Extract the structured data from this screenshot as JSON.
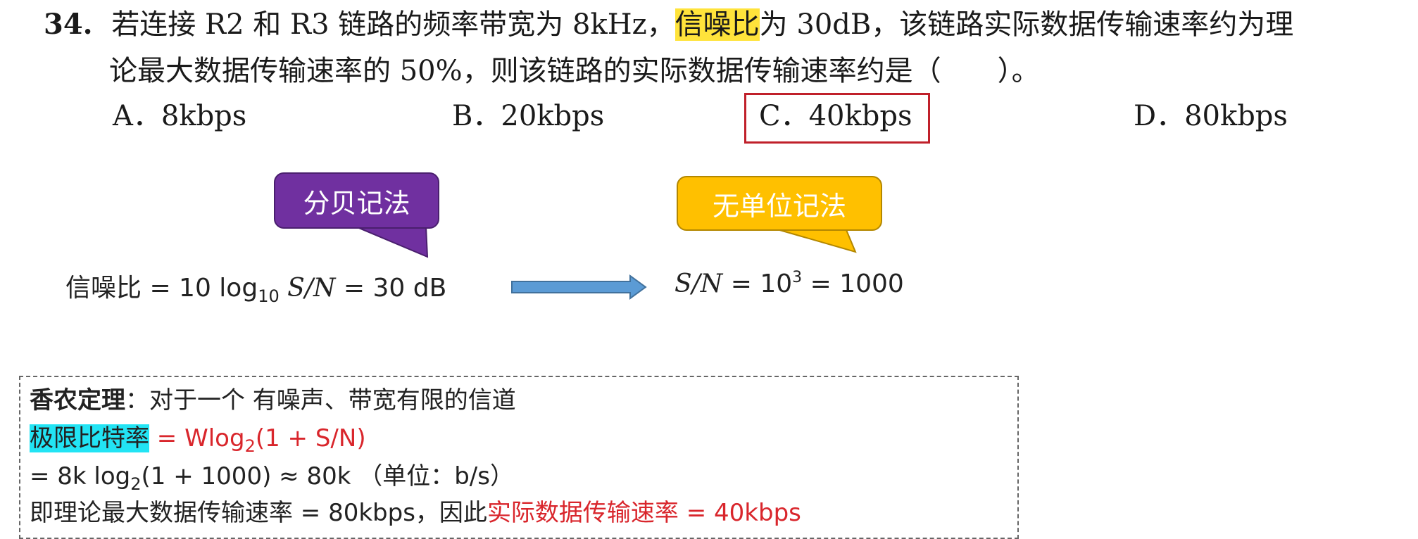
{
  "question": {
    "number": "34.",
    "line1_before": "若连接 R2 和 R3 链路的频率带宽为 8kHz，",
    "line1_highlight": "信噪比",
    "line1_after": "为 30dB，该链路实际数据传输速率约为理",
    "line2": "论最大数据传输速率的 50%，则该链路的实际数据传输速率约是（　　）。"
  },
  "options": {
    "a": "A．8kbps",
    "b": "B．20kbps",
    "c": "C．40kbps",
    "d": "D．80kbps"
  },
  "bubbles": {
    "left": "分贝记法",
    "right": "无单位记法"
  },
  "formulas": {
    "left_prefix": "信噪比 = 10 log",
    "left_sub": "10",
    "left_sn": " S/N",
    "left_suffix": " = 30 dB",
    "right_sn": "S/N",
    "right_mid": " = 10",
    "right_sup": "3",
    "right_suffix": " = 1000"
  },
  "theorem": {
    "title": "香农定理",
    "title_rest": "：对于一个 有噪声、带宽有限的信道",
    "limit_label": "极限比特率",
    "limit_formula_a": " = Wlog",
    "limit_formula_sub": "2",
    "limit_formula_b": "(1 + S/N)",
    "calc_a": "= 8k log",
    "calc_sub": "2",
    "calc_b": "(1 + 1000) ≈ 80k （单位：b/s）",
    "conclusion_black": "即理论最大数据传输速率 = 80kbps，因此",
    "conclusion_red": "实际数据传输速率 = 40kbps"
  },
  "colors": {
    "highlight_yellow": "#ffe33b",
    "answer_box": "#c0202a",
    "bubble_purple": "#7030a0",
    "bubble_gold": "#ffc000",
    "arrow_blue": "#5b9bd5",
    "formula_red": "#d9262c",
    "cyan_highlight": "#22e4f4"
  }
}
